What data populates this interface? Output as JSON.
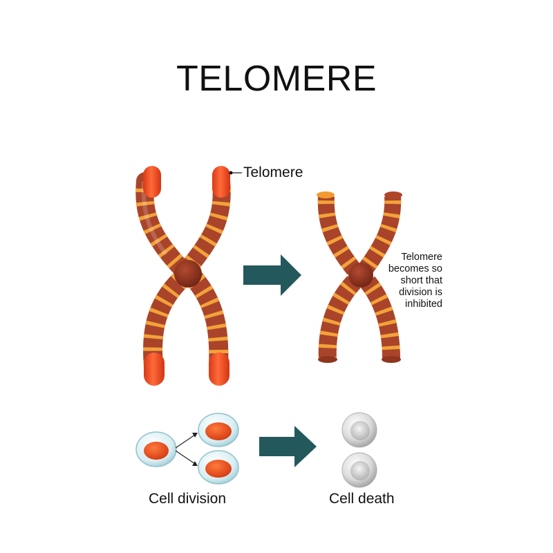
{
  "title": "TELOMERE",
  "telomere_label": "Telomere",
  "shortened_note": [
    "Telomere",
    "becomes so",
    "short that",
    "division is",
    "inhibited"
  ],
  "captions": {
    "cell_division": "Cell division",
    "cell_death": "Cell death"
  },
  "colors": {
    "chromatid": "#a9442a",
    "band_light": "#f2a23a",
    "telomere_cap": "#f04a1e",
    "centromere": "#8a2e1d",
    "arrow": "#23585c",
    "cell_nucleus": "#e6501f",
    "dead_cell": "#c9c9c9"
  }
}
